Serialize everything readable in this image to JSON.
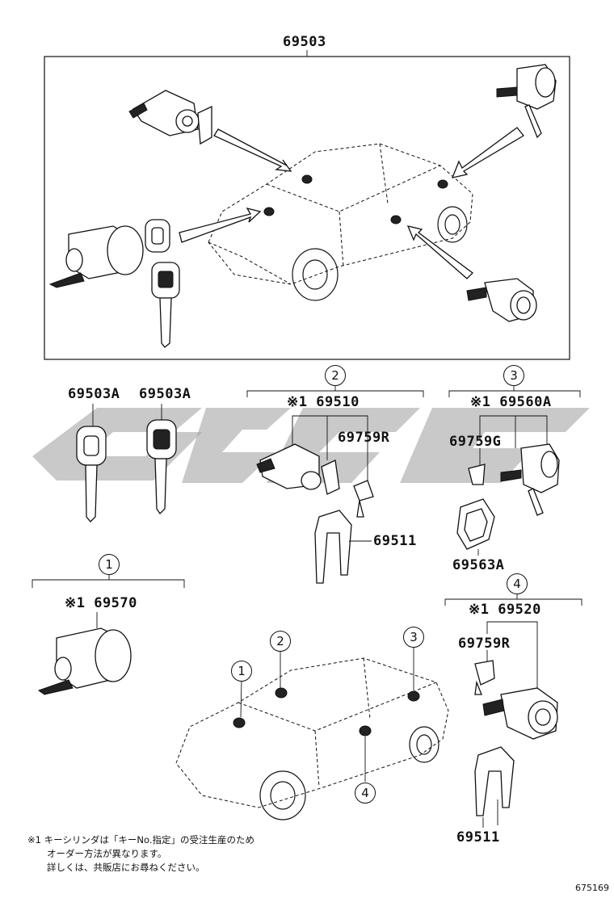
{
  "assembly_label": "69503",
  "labels": {
    "key_a1": "69503A",
    "key_a2": "69503A",
    "group2_part": "※1 69510",
    "group2_pin": "69759R",
    "group2_bracket": "69511",
    "group3_part": "※1 69560A",
    "group3_pin": "69759G",
    "group3_ring": "69563A",
    "group1_part": "※1 69570",
    "group4_part": "※1 69520",
    "group4_pin": "69759R",
    "group4_bracket": "69511"
  },
  "callouts": {
    "c1": "1",
    "c2": "2",
    "c3": "3",
    "c4": "4",
    "car1": "1",
    "car2": "2",
    "car3": "3",
    "car4": "4"
  },
  "footnote": {
    "line1": "※1  キーシリンダは「キーNo.指定」の受注生産のため",
    "line2": "オーダー方法が異なります。",
    "line3": "詳しくは、共販店にお尋ねください。"
  },
  "figure_id": "675169"
}
